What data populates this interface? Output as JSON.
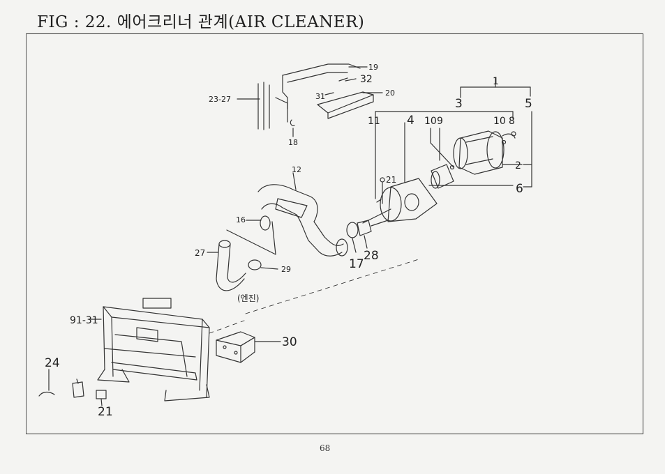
{
  "header": {
    "title": "FIG : 22. 에어크리너 관계(AIR CLEANER)"
  },
  "callouts": {
    "c1": "1",
    "c2": "2",
    "c3": "3",
    "c4": "4",
    "c5": "5",
    "c6": "6",
    "c8": "8",
    "c9": "9",
    "c10a": "10",
    "c10b": "10",
    "c11": "11",
    "c12": "12",
    "c16": "16",
    "c17": "17",
    "c18": "18",
    "c19": "19",
    "c20": "20",
    "c21a": "21",
    "c21b": "21",
    "c23_27": "23-27",
    "c24": "24",
    "c27": "27",
    "c28": "28",
    "c29": "29",
    "c30": "30",
    "c31": "31",
    "c32": "32",
    "c91_31": "91-31"
  },
  "engine_note": "(엔진)",
  "footer": {
    "page_number": "68"
  }
}
